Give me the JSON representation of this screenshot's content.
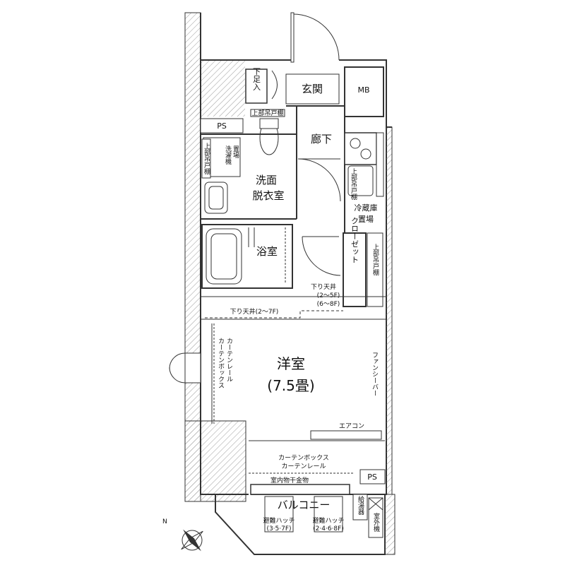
{
  "labels": {
    "genkan": "玄関",
    "mb": "MB",
    "geta_v": "下足入",
    "upper_storage_top": "上部吊戸棚",
    "ps_top": "PS",
    "washer_v1": "洗濯機",
    "washer_v2": "置場",
    "upper_shelf_left": "上部吊戸棚",
    "senmen1": "洗面",
    "senmen2": "脱衣室",
    "rouka": "廊下",
    "upper_kitchen": "上部吊戸棚",
    "fridge1": "冷蔵庫",
    "fridge2": "置場",
    "bath": "浴室",
    "closet_v": "クローゼット",
    "upper_shelf_right": "上部吊戸棚",
    "ceiling1": "下り天井",
    "ceiling1_a": "(2〜5F)",
    "ceiling1_b": "(6〜8F)",
    "ceiling2": "下り天井(2〜7F)",
    "curtain_box_left": "カーテンボックス",
    "curtain_rail_left": "カーテンレール",
    "youshitsu": "洋室",
    "youshitsu_size": "(7.5畳)",
    "fan_cover": "ファンシーバー",
    "aircon": "エアコン",
    "curtain_box_bottom": "カーテンボックス",
    "curtain_rail_bottom": "カーテンレール",
    "indoor_dryer": "室内物干金物",
    "ps_bottom": "PS",
    "balcony": "バルコニー",
    "hatch_a1": "避難ハッチ",
    "hatch_a2": "(3·5·7F)",
    "hatch_b1": "避難ハッチ",
    "hatch_b2": "(2·4·6·8F)",
    "water_heater_v": "給湯器",
    "outdoor_unit_v": "室外機",
    "north": "N"
  },
  "colors": {
    "wall": "#333333",
    "hatch": "#888888",
    "line": "#222222"
  }
}
